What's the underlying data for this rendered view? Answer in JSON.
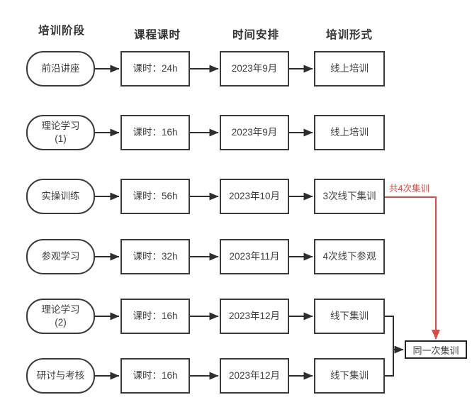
{
  "colors": {
    "box_border": "#3a3a3a",
    "arrow_black": "#2e2e2e",
    "accent_red": "#dc4b45"
  },
  "headers": [
    {
      "id": "stage",
      "label": "培训阶段"
    },
    {
      "id": "hours",
      "label": "课程课时"
    },
    {
      "id": "time",
      "label": "时间安排"
    },
    {
      "id": "form",
      "label": "培训形式"
    }
  ],
  "rows": [
    {
      "stage": "前沿讲座",
      "hours": "课时：24h",
      "time": "2023年9月",
      "form": "线上培训"
    },
    {
      "stage": "理论学习\n(1)",
      "hours": "课时：16h",
      "time": "2023年9月",
      "form": "线上培训"
    },
    {
      "stage": "实操训练",
      "hours": "课时：56h",
      "time": "2023年10月",
      "form": "3次线下集训"
    },
    {
      "stage": "参观学习",
      "hours": "课时：32h",
      "time": "2023年11月",
      "form": "4次线下参观"
    },
    {
      "stage": "理论学习\n(2)",
      "hours": "课时：16h",
      "time": "2023年12月",
      "form": "线下集训"
    },
    {
      "stage": "研讨与考核",
      "hours": "课时：16h",
      "time": "2023年12月",
      "form": "线下集训"
    }
  ],
  "annotation": {
    "label": "共4次集训"
  },
  "merge_box": {
    "label": "同一次集训"
  }
}
